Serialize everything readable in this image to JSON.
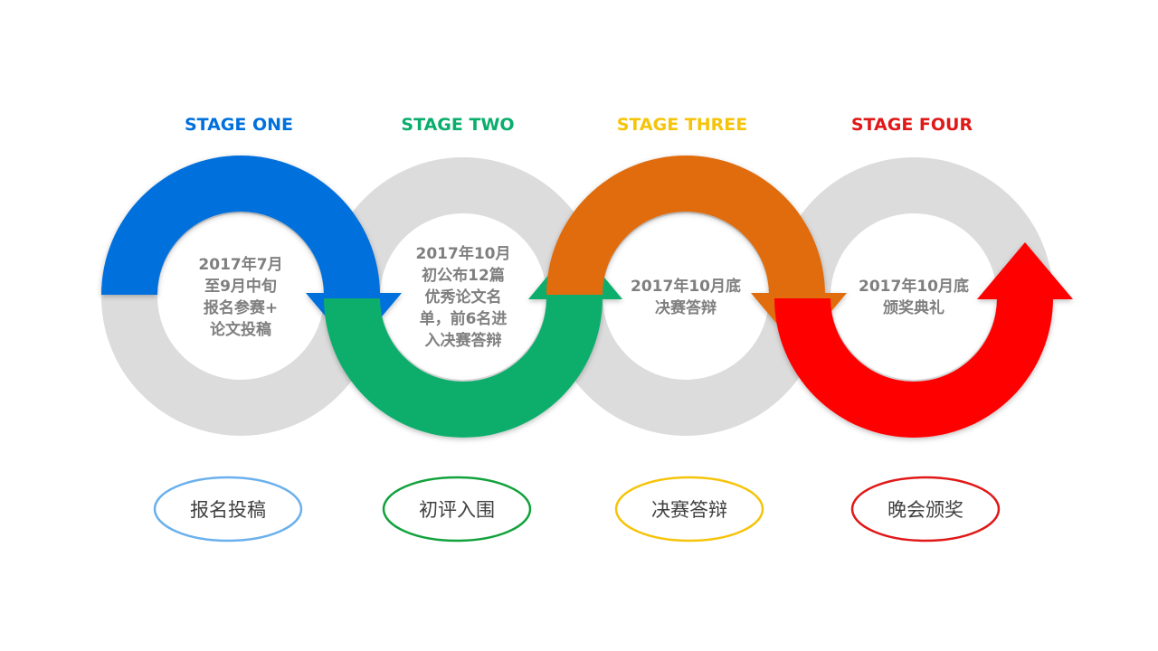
{
  "stages": [
    {
      "title": "STAGE ONE",
      "color": "#0070dc",
      "ring_lines": [
        "2017年7月",
        "至9月中旬",
        "报名参赛+",
        "论文投稿"
      ],
      "label": "报名投稿",
      "label_border": "#6ab0ec"
    },
    {
      "title": "STAGE TWO",
      "color": "#0aae6c",
      "ring_lines": [
        "2017年10月",
        "初公布12篇",
        "优秀论文名",
        "单，前6名进",
        "入决赛答辩"
      ],
      "label": "初评入围",
      "label_border": "#12a23c"
    },
    {
      "title": "STAGE THREE",
      "color": "#e06c10",
      "title_color": "#f5c40a",
      "ring_lines": [
        "2017年10月底",
        "决赛答辩"
      ],
      "label": "决赛答辩",
      "label_border": "#f5c40a"
    },
    {
      "title": "STAGE FOUR",
      "color": "#ff0000",
      "title_color": "#e01818",
      "ring_lines": [
        "2017年10月底",
        "颁奖典礼"
      ],
      "label": "晚会颁奖",
      "label_border": "#e01818"
    }
  ],
  "ring_gray": "#dcdcdc"
}
